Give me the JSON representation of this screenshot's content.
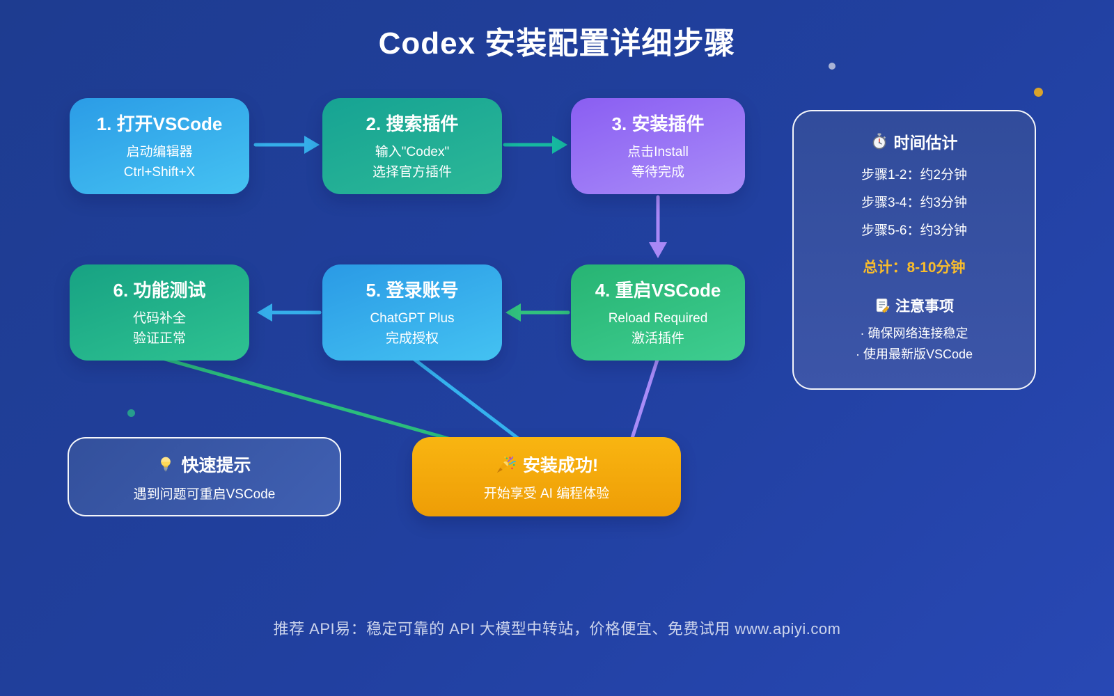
{
  "title": "Codex 安装配置详细步骤",
  "steps": [
    {
      "title": "1. 打开VSCode",
      "lines": [
        "启动编辑器",
        "Ctrl+Shift+X"
      ]
    },
    {
      "title": "2. 搜索插件",
      "lines": [
        "输入\"Codex\"",
        "选择官方插件"
      ]
    },
    {
      "title": "3. 安装插件",
      "lines": [
        "点击Install",
        "等待完成"
      ]
    },
    {
      "title": "4. 重启VSCode",
      "lines": [
        "Reload Required",
        "激活插件"
      ]
    },
    {
      "title": "5. 登录账号",
      "lines": [
        "ChatGPT Plus",
        "完成授权"
      ]
    },
    {
      "title": "6. 功能测试",
      "lines": [
        "代码补全",
        "验证正常"
      ]
    }
  ],
  "panel": {
    "icon": "stopwatch-icon",
    "title": "时间估计",
    "rows": [
      "步骤1-2：约2分钟",
      "步骤3-4：约3分钟",
      "步骤5-6：约3分钟"
    ],
    "total": "总计：8-10分钟",
    "notes_icon": "memo-icon",
    "notes_title": "注意事项",
    "notes": [
      "· 确保网络连接稳定",
      "· 使用最新版VSCode"
    ]
  },
  "hint": {
    "icon": "lightbulb-icon",
    "title": "快速提示",
    "text": "遇到问题可重启VSCode"
  },
  "success": {
    "icon": "party-popper-icon",
    "title": "安装成功!",
    "text": "开始享受 AI 编程体验"
  },
  "footer": "推荐 API易：稳定可靠的 API 大模型中转站，价格便宜、免费试用 www.apiyi.com",
  "colors": {
    "bg_start": "#1e3c90",
    "bg_end": "#2848b4",
    "box1_start": "#2b9ce6",
    "box1_end": "#45c2f2",
    "box2_start": "#16a393",
    "box2_end": "#2cb897",
    "box3_start": "#8a5ef2",
    "box3_end": "#a98cf8",
    "box4_start": "#27b473",
    "box4_end": "#3ecd90",
    "box5_start": "#2a9ae5",
    "box5_end": "#44c2f2",
    "box6_start": "#17a283",
    "box6_end": "#2ec291",
    "success_start": "#f9b511",
    "success_end": "#ee9d06",
    "panel_fill_start": "#314c9b",
    "panel_fill_end": "#3c55a8",
    "hint_fill_start": "#33509c",
    "hint_fill_end": "#4060b2",
    "total_gold": "#f8bc2c",
    "arrow_blue": "#35aeea",
    "arrow_teal": "#16b8a0",
    "arrow_purple": "#a988f6",
    "arrow_green": "#31c07e",
    "line_green": "#2bbd7c",
    "line_cyan": "#35b2ee",
    "line_purple": "#a98cf8",
    "dot_lavender": "#a9b3d6",
    "dot_gold": "#d9a32b",
    "dot_teal": "#279d8d",
    "footer_text": "#ccd4ec"
  }
}
